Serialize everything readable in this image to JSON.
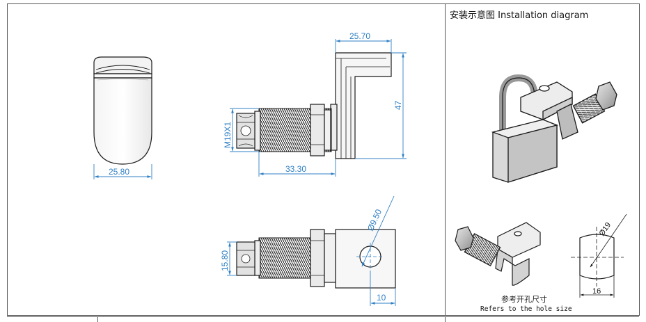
{
  "installation": {
    "title": "安装示意图 Installation diagram",
    "hole_note_cn": "参考开孔尺寸",
    "hole_note_en": "Refers to the hole size",
    "hole_dim_diameter": "Ø19",
    "hole_dim_width": "16"
  },
  "front_view": {
    "width_label": "25.80"
  },
  "side_view": {
    "top_width_label": "25.70",
    "height_label": "47",
    "thread_label": "M19X1",
    "shaft_length_label": "33.30"
  },
  "bottom_view": {
    "hole_diameter_label": "Ø9.50",
    "nut_height_label": "15.80",
    "offset_label": "10"
  },
  "colors": {
    "dimension": "#2f7fc4",
    "line": "#1a1a1a"
  }
}
